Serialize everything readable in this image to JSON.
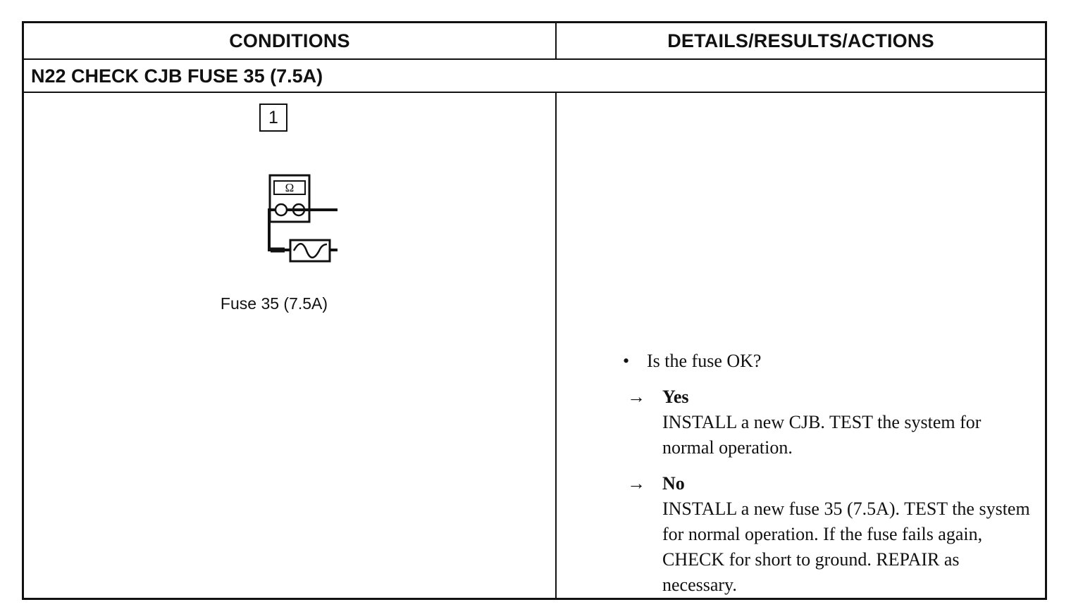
{
  "table": {
    "headers": {
      "conditions": "CONDITIONS",
      "details": "DETAILS/RESULTS/ACTIONS"
    },
    "step_title": "N22 CHECK CJB FUSE 35 (7.5A)"
  },
  "conditions": {
    "step_number": "1",
    "diagram": {
      "meter_symbol": "Ω",
      "icon": "ohmmeter-fuse-test-icon"
    },
    "caption": "Fuse 35 (7.5A)"
  },
  "details": {
    "bullet": "•",
    "question": "Is the fuse OK?",
    "answers": [
      {
        "arrow": "→",
        "label": "Yes",
        "action": "INSTALL a new CJB. TEST the system for normal operation."
      },
      {
        "arrow": "→",
        "label": "No",
        "action": "INSTALL a new fuse 35 (7.5A). TEST the system for normal operation. If the fuse fails again, CHECK for short to ground. REPAIR as necessary."
      }
    ]
  }
}
